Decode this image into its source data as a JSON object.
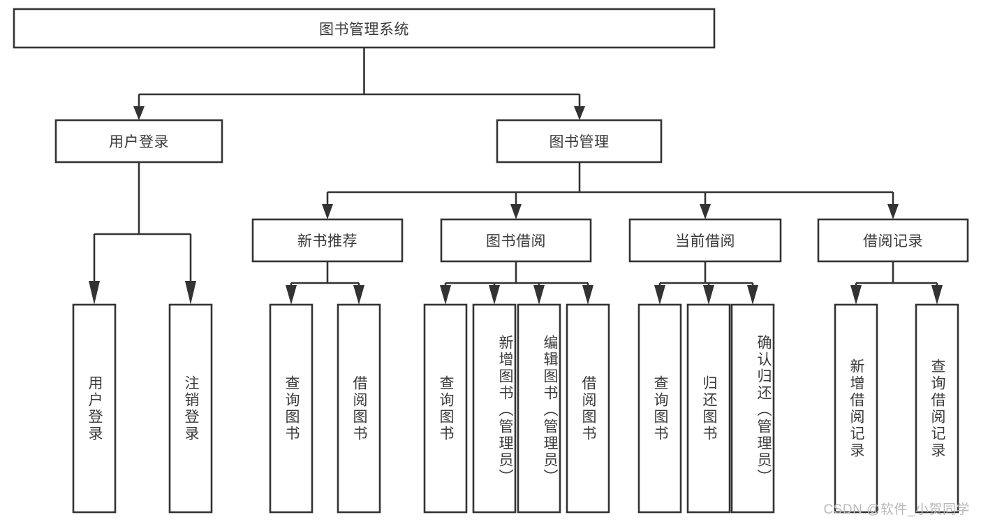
{
  "diagram": {
    "title": "图书管理系统",
    "type": "tree-hierarchy-diagram",
    "colors": {
      "stroke": "#333333",
      "box_fill": "#ffffff",
      "text": "#3a3a3a",
      "background": "#ffffff",
      "watermark": "#b9b9b9"
    },
    "root": {
      "label": "图书管理系统"
    },
    "level2": {
      "user_login": {
        "label": "用户登录"
      },
      "book_manage": {
        "label": "图书管理"
      }
    },
    "level3": {
      "new_book_recommend": {
        "label": "新书推荐"
      },
      "book_borrow": {
        "label": "图书借阅"
      },
      "current_borrow": {
        "label": "当前借阅"
      },
      "borrow_record": {
        "label": "借阅记录"
      }
    },
    "leaves": {
      "user_login": [
        {
          "label": "用户登录"
        },
        {
          "label": "注销登录"
        }
      ],
      "new_book_recommend": [
        {
          "label": "查询图书"
        },
        {
          "label": "借阅图书"
        }
      ],
      "book_borrow": [
        {
          "label": "查询图书"
        },
        {
          "label": "新增图书（管理员）"
        },
        {
          "label": "编辑图书（管理员）"
        },
        {
          "label": "借阅图书"
        }
      ],
      "current_borrow": [
        {
          "label": "查询图书"
        },
        {
          "label": "归还图书"
        },
        {
          "label": "确认归还（管理员）"
        }
      ],
      "borrow_record": [
        {
          "label": "新增借阅记录"
        },
        {
          "label": "查询借阅记录"
        }
      ]
    },
    "watermark": "CSDN @软件_小贺同学"
  }
}
